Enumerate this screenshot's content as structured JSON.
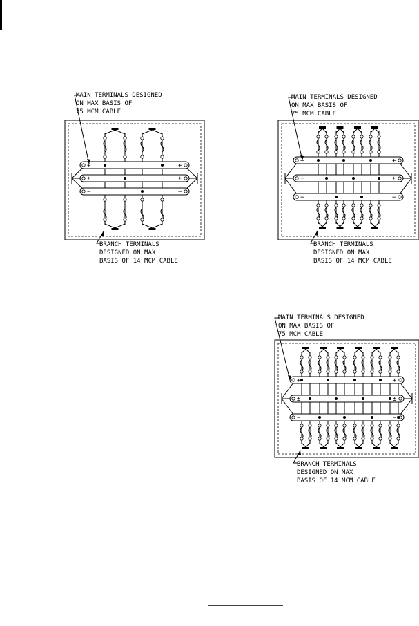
{
  "panels": [
    {
      "id": "panel-a",
      "main_label": [
        "MAIN TERMINALS DESIGNED",
        "ON MAX BASIS OF",
        "75 MCM CABLE"
      ],
      "branch_label": [
        "BRANCH TERMINALS",
        "DESIGNED ON MAX",
        "BASIS OF 14 MCM CABLE"
      ],
      "bus_signs": [
        "+",
        "±",
        "−"
      ],
      "branch_pairs": 2
    },
    {
      "id": "panel-b",
      "main_label": [
        "MAIN TERMINALS DESIGNED",
        "ON MAX BASIS OF",
        "75 MCM CABLE"
      ],
      "branch_label": [
        "BRANCH TERMINALS",
        "DESIGNED ON MAX",
        "BASIS OF 14 MCM CABLE"
      ],
      "bus_signs": [
        "+",
        "±",
        "−"
      ],
      "branch_pairs": 4
    },
    {
      "id": "panel-c",
      "main_label": [
        "MAIN TERMINALS DESIGNED",
        "ON MAX BASIS OF",
        "75 MCM CABLE"
      ],
      "branch_label": [
        "BRANCH TERMINALS",
        "DESIGNED ON MAX",
        "BASIS OF 14 MCM CABLE"
      ],
      "bus_signs": [
        "+",
        "±",
        "−"
      ],
      "branch_pairs": 6
    }
  ]
}
